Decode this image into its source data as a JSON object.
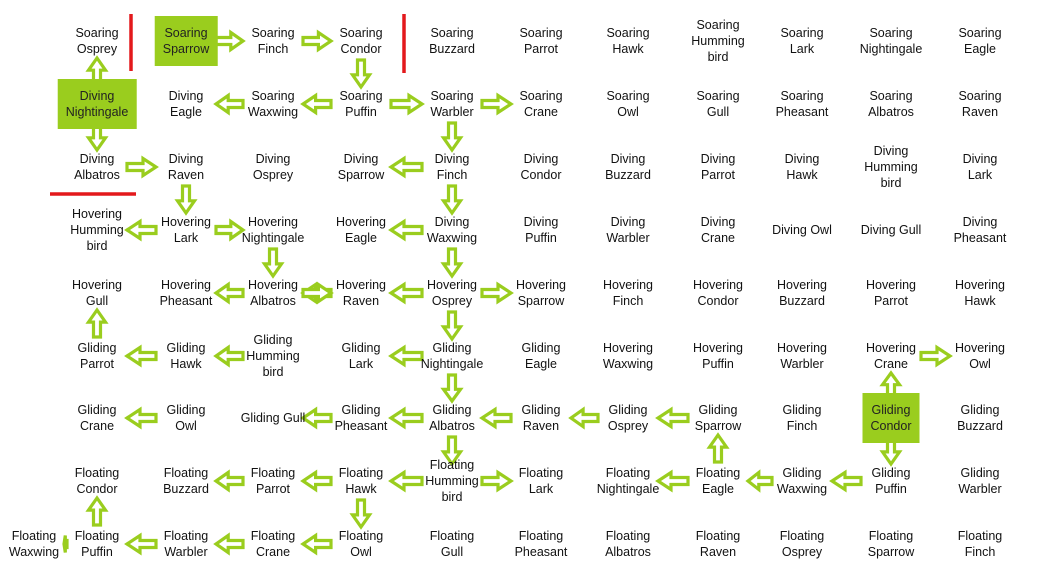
{
  "rows": [
    [
      "Soaring\nOsprey",
      "Soaring\nSparrow",
      "Soaring\nFinch",
      "Soaring\nCondor",
      "Soaring\nBuzzard",
      "Soaring\nParrot",
      "Soaring\nHawk",
      "Soaring\nHumming\nbird",
      "Soaring\nLark",
      "Soaring\nNightingale",
      "Soaring\nEagle"
    ],
    [
      "Diving\nNightingale",
      "Diving\nEagle",
      "Soaring\nWaxwing",
      "Soaring\nPuffin",
      "Soaring\nWarbler",
      "Soaring\nCrane",
      "Soaring\nOwl",
      "Soaring\nGull",
      "Soaring\nPheasant",
      "Soaring\nAlbatros",
      "Soaring\nRaven"
    ],
    [
      "Diving\nAlbatros",
      "Diving\nRaven",
      "Diving\nOsprey",
      "Diving\nSparrow",
      "Diving\nFinch",
      "Diving\nCondor",
      "Diving\nBuzzard",
      "Diving\nParrot",
      "Diving\nHawk",
      "Diving\nHumming\nbird",
      "Diving\nLark"
    ],
    [
      "Hovering\nHumming\nbird",
      "Hovering\nLark",
      "Hovering\nNightingale",
      "Hovering\nEagle",
      "Diving\nWaxwing",
      "Diving\nPuffin",
      "Diving\nWarbler",
      "Diving\nCrane",
      "Diving Owl",
      "Diving Gull",
      "Diving\nPheasant"
    ],
    [
      "Hovering\nGull",
      "Hovering\nPheasant",
      "Hovering\nAlbatros",
      "Hovering\nRaven",
      "Hovering\nOsprey",
      "Hovering\nSparrow",
      "Hovering\nFinch",
      "Hovering\nCondor",
      "Hovering\nBuzzard",
      "Hovering\nParrot",
      "Hovering\nHawk"
    ],
    [
      "Gliding\nParrot",
      "Gliding\nHawk",
      "Gliding\nHumming\nbird",
      "Gliding\nLark",
      "Gliding\nNightingale",
      "Gliding\nEagle",
      "Hovering\nWaxwing",
      "Hovering\nPuffin",
      "Hovering\nWarbler",
      "Hovering\nCrane",
      "Hovering\nOwl"
    ],
    [
      "Gliding\nCrane",
      "Gliding\nOwl",
      "Gliding Gull",
      "Gliding\nPheasant",
      "Gliding\nAlbatros",
      "Gliding\nRaven",
      "Gliding\nOsprey",
      "Gliding\nSparrow",
      "Gliding\nFinch",
      "Gliding\nCondor",
      "Gliding\nBuzzard"
    ],
    [
      "Floating\nCondor",
      "Floating\nBuzzard",
      "Floating\nParrot",
      "Floating\nHawk",
      "Floating\nHumming\nbird",
      "Floating\nLark",
      "Floating\nNightingale",
      "Floating\nEagle",
      "Gliding\nWaxwing",
      "Gliding\nPuffin",
      "Gliding\nWarbler"
    ],
    [
      "Floating\nPuffin",
      "Floating\nWarbler",
      "Floating\nCrane",
      "Floating\nOwl",
      "Floating\nGull",
      "Floating\nPheasant",
      "Floating\nAlbatros",
      "Floating\nRaven",
      "Floating\nOsprey",
      "Floating\nSparrow",
      "Floating\nFinch"
    ]
  ],
  "extra_cell": "Floating\nWaxwing",
  "highlighted": [
    [
      0,
      1
    ],
    [
      1,
      0
    ],
    [
      6,
      9
    ]
  ],
  "colors": {
    "arrow": "#9acd1e",
    "highlight": "#9acd1e",
    "marker": "#e3191c",
    "text": "#111111"
  },
  "arrows": [
    [
      0,
      1,
      0,
      2
    ],
    [
      0,
      2,
      0,
      3
    ],
    [
      0,
      3,
      1,
      3
    ],
    [
      1,
      3,
      1,
      2
    ],
    [
      1,
      2,
      1,
      1
    ],
    [
      1,
      3,
      1,
      4
    ],
    [
      1,
      4,
      1,
      5
    ],
    [
      1,
      4,
      2,
      4
    ],
    [
      2,
      4,
      2,
      3
    ],
    [
      2,
      4,
      3,
      4
    ],
    [
      3,
      4,
      3,
      3
    ],
    [
      3,
      4,
      4,
      4
    ],
    [
      4,
      4,
      4,
      3
    ],
    [
      4,
      3,
      4,
      2
    ],
    [
      4,
      2,
      4,
      1
    ],
    [
      4,
      4,
      4,
      5
    ],
    [
      4,
      4,
      5,
      4
    ],
    [
      5,
      4,
      5,
      3
    ],
    [
      5,
      4,
      6,
      4
    ],
    [
      6,
      4,
      6,
      3
    ],
    [
      6,
      3,
      6,
      2
    ],
    [
      6,
      4,
      7,
      4
    ],
    [
      7,
      4,
      7,
      3
    ],
    [
      7,
      4,
      7,
      5
    ],
    [
      7,
      3,
      7,
      2
    ],
    [
      7,
      2,
      7,
      1
    ],
    [
      7,
      3,
      8,
      3
    ],
    [
      8,
      3,
      8,
      2
    ],
    [
      8,
      2,
      8,
      1
    ],
    [
      8,
      1,
      8,
      0
    ],
    [
      8,
      0,
      8,
      -1
    ],
    [
      6,
      5,
      6,
      4
    ],
    [
      6,
      6,
      6,
      5
    ],
    [
      6,
      7,
      6,
      6
    ],
    [
      7,
      7,
      6,
      7
    ],
    [
      7,
      7,
      7,
      6
    ],
    [
      7,
      8,
      7,
      7
    ],
    [
      7,
      9,
      7,
      8
    ],
    [
      6,
      9,
      7,
      9
    ],
    [
      6,
      9,
      5,
      9
    ],
    [
      5,
      9,
      5,
      10
    ],
    [
      1,
      0,
      0,
      0
    ],
    [
      1,
      0,
      2,
      0
    ],
    [
      2,
      0,
      2,
      1
    ],
    [
      2,
      1,
      3,
      1
    ],
    [
      3,
      1,
      3,
      0
    ],
    [
      3,
      1,
      3,
      2
    ],
    [
      3,
      2,
      4,
      2
    ],
    [
      4,
      2,
      4,
      3
    ],
    [
      5,
      2,
      5,
      1
    ],
    [
      5,
      1,
      5,
      0
    ],
    [
      5,
      0,
      4,
      0
    ],
    [
      6,
      1,
      6,
      0
    ],
    [
      8,
      0,
      7,
      0
    ]
  ]
}
